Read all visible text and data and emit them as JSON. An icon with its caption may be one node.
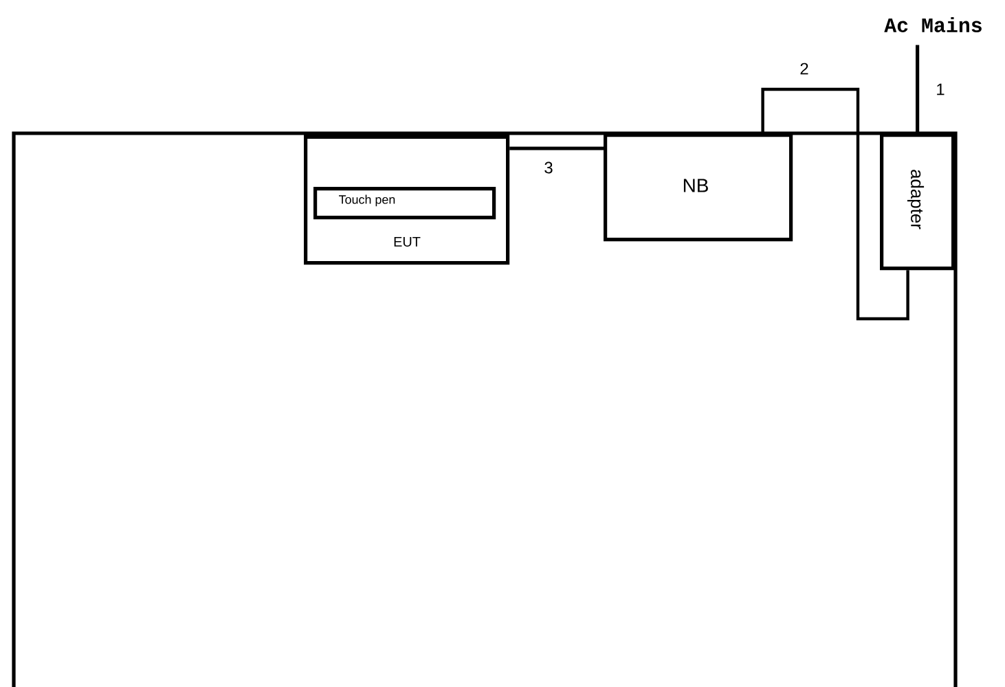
{
  "diagram": {
    "nodes": [
      {
        "text": [],
        "shape": "box"
      },
      {
        "text": [
          "EUT"
        ],
        "in": 0
      },
      {
        "text": [
          "Touch pen"
        ],
        "in": 1
      },
      {
        "text": [
          "NB"
        ],
        "in": 0
      },
      {
        "text": [
          "adapter"
        ],
        "in": 0
      },
      {
        "text": [
          "Ac Mains"
        ]
      }
    ],
    "edges": [
      {
        "from": 1,
        "to": 3,
        "arrow": "none",
        "label": "3"
      },
      {
        "from": 3,
        "to": 4,
        "arrow": "none",
        "label": "2"
      },
      {
        "from": 4,
        "to": 5,
        "arrow": "none",
        "label": "1"
      }
    ]
  }
}
